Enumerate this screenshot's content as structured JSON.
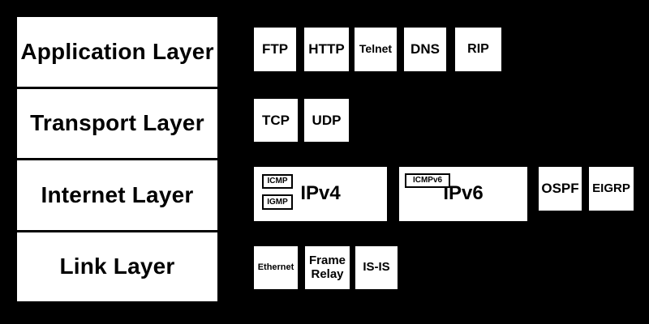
{
  "diagram": {
    "colors": {
      "background": "#000000",
      "box_fill": "#ffffff",
      "text": "#000000",
      "sub_box_border": "#000000"
    },
    "layers": [
      {
        "label": "Application Layer"
      },
      {
        "label": "Transport Layer"
      },
      {
        "label": "Internet Layer"
      },
      {
        "label": "Link Layer"
      }
    ],
    "protocols": {
      "application": [
        "FTP",
        "HTTP",
        "Telnet",
        "DNS",
        "RIP"
      ],
      "transport": [
        "TCP",
        "UDP"
      ],
      "internet": {
        "ipv4": {
          "label": "IPv4",
          "sub_protocols": [
            "ICMP",
            "IGMP"
          ]
        },
        "ipv6": {
          "label": "IPv6",
          "sub_protocols": [
            "ICMPv6"
          ]
        },
        "routing": [
          "OSPF",
          "EIGRP"
        ]
      },
      "link": [
        "Ethernet",
        "Frame Relay",
        "IS-IS"
      ]
    }
  }
}
